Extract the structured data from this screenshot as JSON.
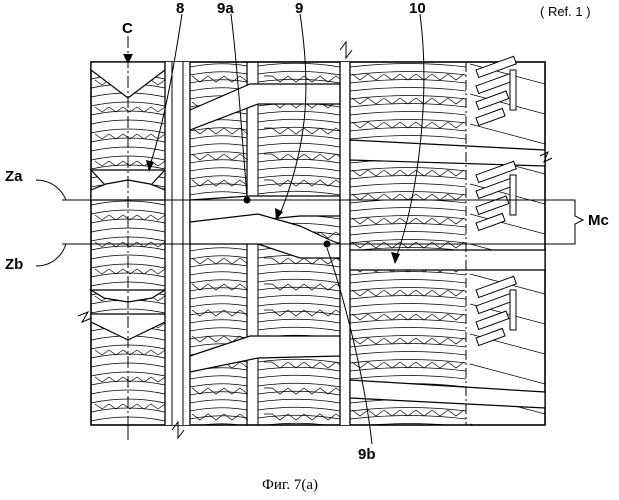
{
  "figure": {
    "ref": "( Ref. 1 )",
    "labels": {
      "c": "C",
      "l8": "8",
      "l9a": "9a",
      "l9": "9",
      "l10": "10",
      "za": "Za",
      "zb": "Zb",
      "mc": "Mc",
      "l9b": "9b"
    },
    "caption": "Фиг. 7(a)"
  }
}
